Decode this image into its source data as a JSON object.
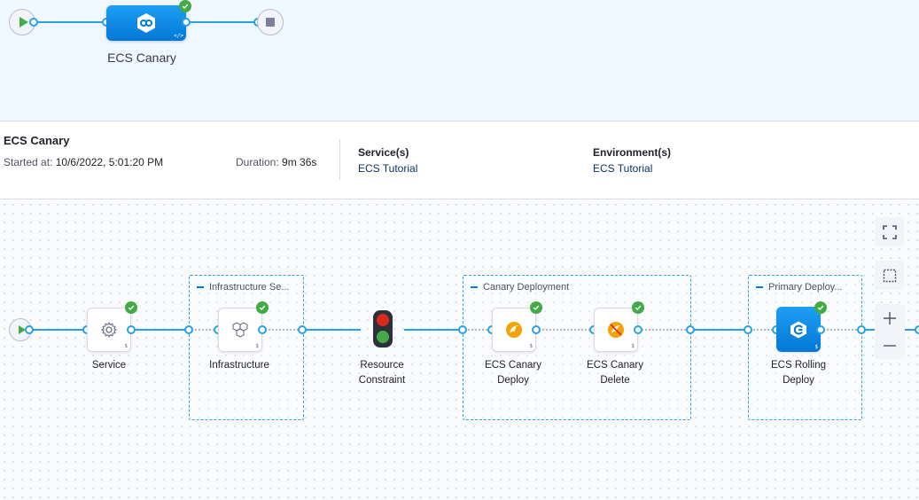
{
  "top_pipeline": {
    "stage_label": "ECS Canary",
    "stage_status": "success",
    "stage_icon": "ecs-blue-icon"
  },
  "info": {
    "title": "ECS Canary",
    "started_label": "Started at:",
    "started_value": "10/6/2022, 5:01:20 PM",
    "duration_label": "Duration:",
    "duration_value": "9m 36s",
    "services_header": "Service(s)",
    "services_value": "ECS Tutorial",
    "environments_header": "Environment(s)",
    "environments_value": "ECS Tutorial"
  },
  "steps": {
    "service": "Service",
    "infrastructure": "Infrastructure",
    "resource_constraint_l1": "Resource",
    "resource_constraint_l2": "Constraint",
    "canary_deploy_l1": "ECS Canary",
    "canary_deploy_l2": "Deploy",
    "canary_delete_l1": "ECS Canary",
    "canary_delete_l2": "Delete",
    "rolling_deploy_l1": "ECS Rolling",
    "rolling_deploy_l2": "Deploy"
  },
  "groups": {
    "infrastructure": "Infrastructure Se...",
    "canary_deployment": "Canary Deployment",
    "primary_deployment": "Primary Deploy..."
  },
  "colors": {
    "accent": "#0278d5",
    "link": "#2aa1e6",
    "success": "#42ab45",
    "traffic_red": "#da291d",
    "traffic_green": "#42ab45",
    "canary_orange": "#f5a100"
  },
  "icons": {
    "code_tag": "</>",
    "dollar_tag": "$"
  }
}
